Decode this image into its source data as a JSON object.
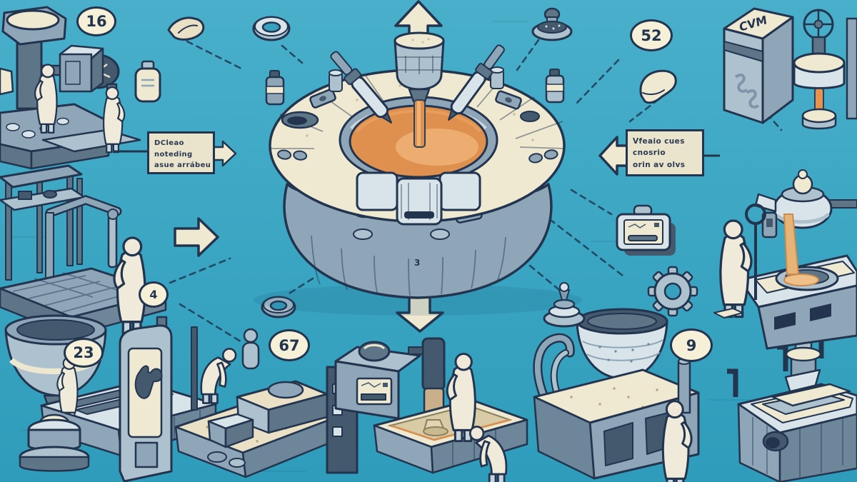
{
  "illustration": {
    "subject": "isometric foundry casting process diagram",
    "badges": [
      {
        "value": "16"
      },
      {
        "value": "52"
      },
      {
        "value": "4"
      },
      {
        "value": "23"
      },
      {
        "value": "67"
      },
      {
        "value": "9"
      }
    ],
    "labels": {
      "left_box": {
        "line1": "DCleao",
        "line2": "noteding",
        "line3": "asue arrábeu"
      },
      "right_box": {
        "line1": "Vfeaio cues",
        "line2": "cnosrio",
        "line3": "orin av olvs"
      },
      "cvm_box": "CVM",
      "crucible_mark": "3"
    },
    "colors": {
      "background": "#3AA5C2",
      "outline": "#22344E",
      "cream": "#EFE9D2",
      "machine_light": "#D9E3EA",
      "machine_mid": "#AEC1CE",
      "machine_steel": "#8FA6B9",
      "machine_dark": "#5E7588",
      "molten_orange": "#E0904E",
      "molten_highlight": "#F0B377"
    },
    "icons": [
      "up-arrow",
      "down-arrow",
      "right-arrow",
      "left-arrow",
      "crucible",
      "pour-funnel",
      "pipette-tool-left",
      "pipette-tool-right",
      "worker-figure",
      "gear-icon",
      "card-reader",
      "funnel-stack",
      "ring-gasket",
      "spray-can",
      "flask-bottle",
      "cloth-patch",
      "stamp-tool",
      "boot",
      "hopper-machine",
      "signboard-panel",
      "sand-mold-platform",
      "casting-station",
      "mixer-bowl-machine",
      "quench-tank",
      "pouring-kettle",
      "scaffold-rig",
      "sampling-tower",
      "cvm-box",
      "grinder-machine"
    ]
  }
}
